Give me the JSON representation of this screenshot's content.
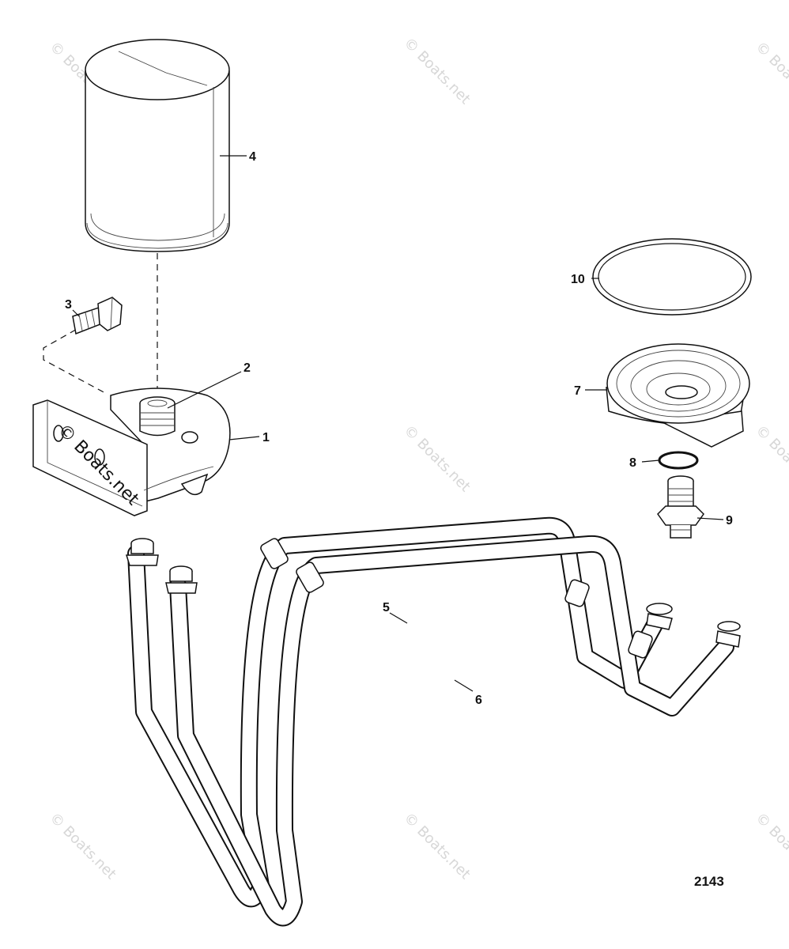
{
  "callouts": [
    {
      "id": "1",
      "label": "1"
    },
    {
      "id": "2",
      "label": "2"
    },
    {
      "id": "3",
      "label": "3"
    },
    {
      "id": "4",
      "label": "4"
    },
    {
      "id": "5",
      "label": "5"
    },
    {
      "id": "6",
      "label": "6"
    },
    {
      "id": "7",
      "label": "7"
    },
    {
      "id": "8",
      "label": "8"
    },
    {
      "id": "9",
      "label": "9"
    },
    {
      "id": "10",
      "label": "10"
    }
  ],
  "diagram_code": "2143",
  "watermark": {
    "text": "© Boats.net",
    "bracket_text": "© Boats.net"
  }
}
